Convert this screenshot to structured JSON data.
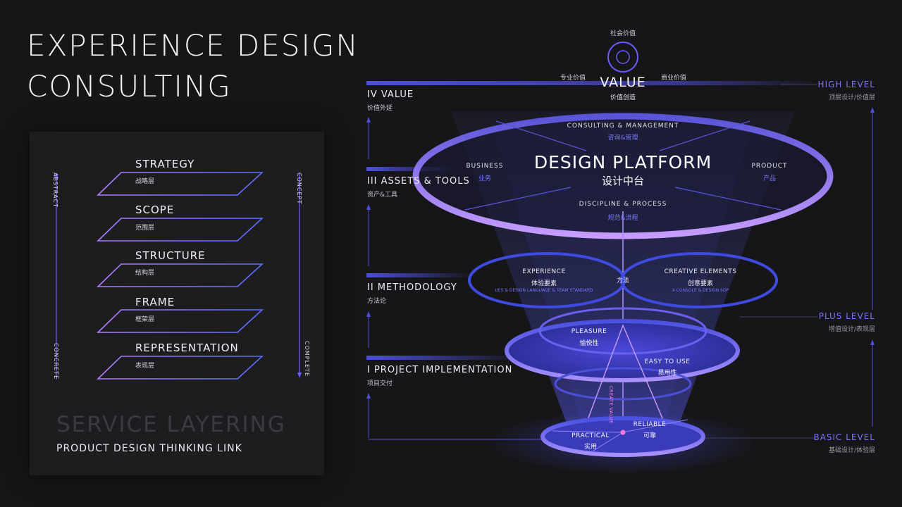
{
  "title_line1": "EXPERIENCE DESIGN",
  "title_line2": "CONSULTING",
  "card": {
    "left_axis_top": "ABSTRACT",
    "left_axis_bottom": "CONCRETE",
    "right_axis_top": "CONCEPT",
    "right_axis_bottom": "COMPLETE",
    "layers": [
      {
        "title": "STRATEGY",
        "sub": "战略层"
      },
      {
        "title": "SCOPE",
        "sub": "范围层"
      },
      {
        "title": "STRUCTURE",
        "sub": "结构层"
      },
      {
        "title": "FRAME",
        "sub": "框架层"
      },
      {
        "title": "REPRESENTATION",
        "sub": "表现层"
      }
    ],
    "service": "SERVICE LAYERING",
    "service_sub": "PRODUCT DESIGN THINKING LINK"
  },
  "levels": [
    {
      "title": "IV VALUE",
      "sub": "价值外延"
    },
    {
      "title": "III ASSETS & TOOLS",
      "sub": "资产&工具"
    },
    {
      "title": "II METHODOLOGY",
      "sub": "方法论"
    },
    {
      "title": "I PROJECT IMPLEMENTATION",
      "sub": "项目交付"
    }
  ],
  "right_levels": [
    {
      "title": "HIGH LEVEL",
      "sub": "顶层设计/价值层"
    },
    {
      "title": "PLUS LEVEL",
      "sub": "增值设计/表现层"
    },
    {
      "title": "BASIC LEVEL",
      "sub": "基础设计/体验层"
    }
  ],
  "value": {
    "top": "社会价值",
    "left": "专业价值",
    "right": "商业价值",
    "title": "VALUE",
    "sub": "价值创造"
  },
  "platform": {
    "top_en": "CONSULTING & MANAGEMENT",
    "top_cn": "咨询&管理",
    "left_en": "BUSINESS",
    "left_cn": "业务",
    "right_en": "PRODUCT",
    "right_cn": "产品",
    "title_en": "DESIGN PLATFORM",
    "title_cn": "设计中台",
    "bottom_en": "DISCIPLINE & PROCESS",
    "bottom_cn": "规范&流程"
  },
  "method": {
    "left_en": "EXPERIENCE",
    "left_cn": "体验要素",
    "left_small": "UES & DESIGN LANGUAGE & TEAM STANDARD",
    "center": "方法",
    "right_en": "CREATIVE ELEMENTS",
    "right_cn": "创意要素",
    "right_small": "X-CONSOLE & DESIGN SOP"
  },
  "triangle": {
    "pleasure_en": "PLEASURE",
    "pleasure_cn": "愉悦性",
    "easy_en": "EASY TO USE",
    "easy_cn": "易用性",
    "practical_en": "PRACTICAL",
    "practical_cn": "实用",
    "reliable_en": "RELIABLE",
    "reliable_cn": "可靠",
    "create_value": "CREATE VALUE"
  },
  "colors": {
    "accent": "#6b5cff",
    "violet": "#b18cff",
    "background": "#161618"
  }
}
